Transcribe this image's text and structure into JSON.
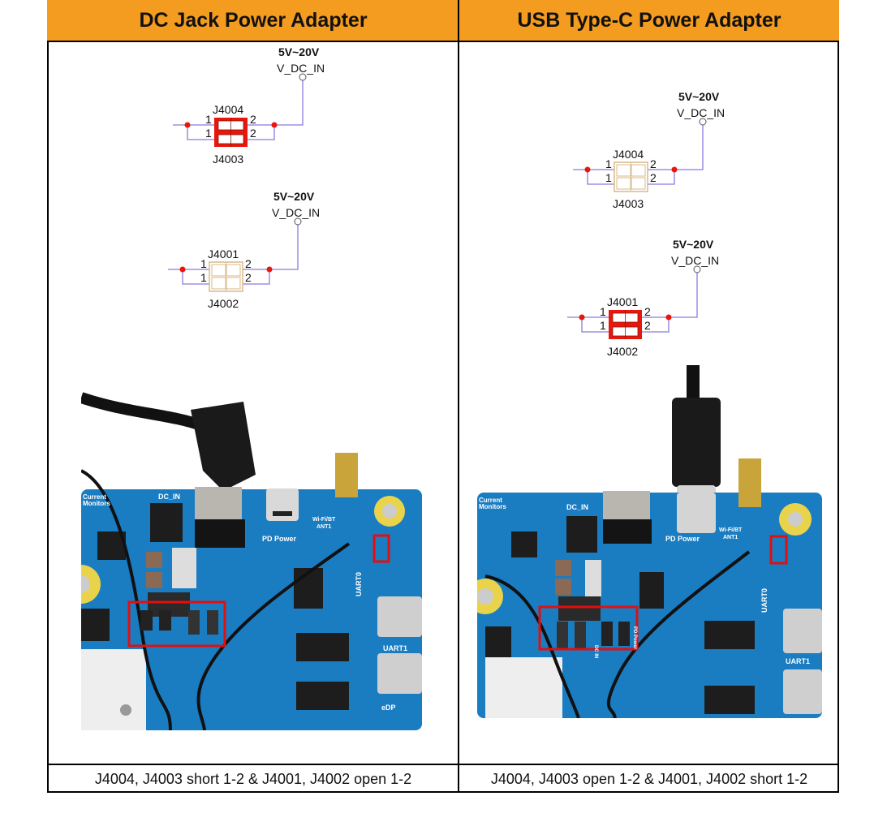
{
  "columns": [
    {
      "header": "DC Jack Power Adapter",
      "footer": "J4004, J4003 short 1-2 & J4001, J4002 open 1-2",
      "schematics": [
        {
          "voltage": "5V~20V",
          "net": "V_DC_IN",
          "top_ref": "J4004",
          "bottom_ref": "J4003",
          "pin_left": "1",
          "pin_right": "2",
          "state": "short"
        },
        {
          "voltage": "5V~20V",
          "net": "V_DC_IN",
          "top_ref": "J4001",
          "bottom_ref": "J4002",
          "pin_left": "1",
          "pin_right": "2",
          "state": "open"
        }
      ]
    },
    {
      "header": "USB Type-C Power Adapter",
      "footer": "J4004, J4003 open 1-2 & J4001, J4002 short 1-2",
      "schematics": [
        {
          "voltage": "5V~20V",
          "net": "V_DC_IN",
          "top_ref": "J4004",
          "bottom_ref": "J4003",
          "pin_left": "1",
          "pin_right": "2",
          "state": "open"
        },
        {
          "voltage": "5V~20V",
          "net": "V_DC_IN",
          "top_ref": "J4001",
          "bottom_ref": "J4002",
          "pin_left": "1",
          "pin_right": "2",
          "state": "short"
        }
      ]
    }
  ],
  "board_labels": {
    "current_monitors_1": "Current",
    "current_monitors_2": "Monitors",
    "dc_in": "DC_IN",
    "pd_power": "PD Power",
    "wifi": "Wi-Fi/BT",
    "ant1": "ANT1",
    "uart0": "UART0",
    "uart1": "UART1",
    "edp": "eDP",
    "jumper_dc_in": "DC IN",
    "jumper_pd": "PD Power"
  },
  "colors": {
    "header_bg": "#F39C1F",
    "active_jumper": "#E8160C",
    "inactive_jumper": "#D9B98A",
    "wire": "#8A7BE0",
    "junction": "#E8160C",
    "board": "#1A7CC1",
    "highlight": "#E01010"
  }
}
